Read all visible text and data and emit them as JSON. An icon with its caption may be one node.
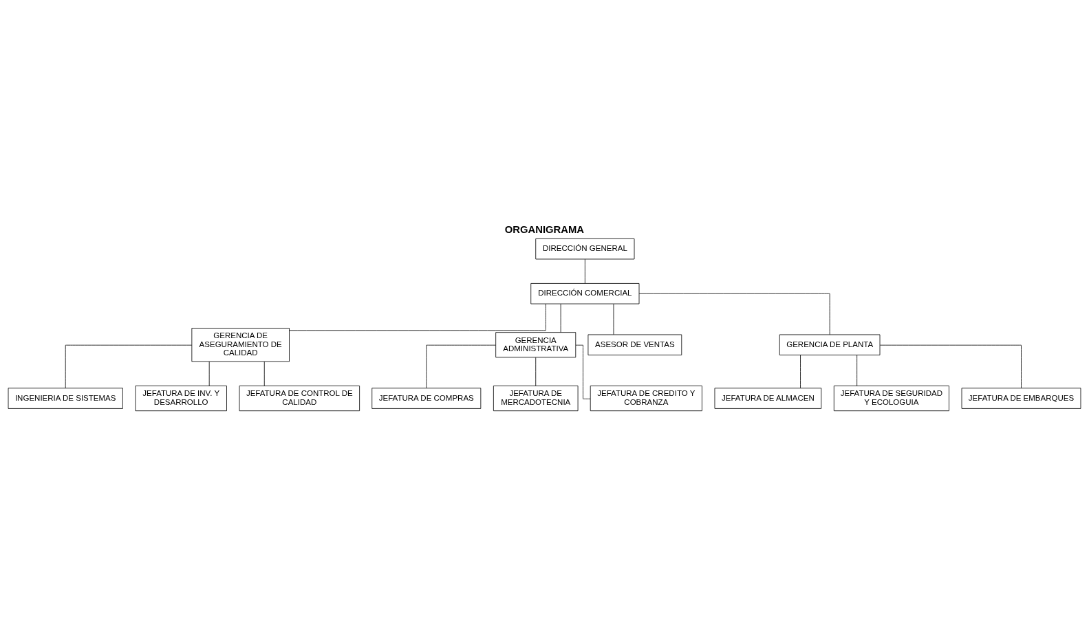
{
  "diagram": {
    "title": "ORGANIGRAMA",
    "nodes": [
      {
        "text": [
          "DIRECCIÓN GENERAL"
        ]
      },
      {
        "text": [
          "DIRECCIÓN COMERCIAL"
        ]
      },
      {
        "text": [
          "GERENCIA DE ASEGURAMIENTO DE CALIDAD"
        ]
      },
      {
        "text": [
          "GERENCIA ADMINISTRATIVA"
        ]
      },
      {
        "text": [
          "ASESOR DE VENTAS"
        ]
      },
      {
        "text": [
          "GERENCIA DE PLANTA"
        ]
      },
      {
        "text": [
          "INGENIERIA DE SISTEMAS"
        ]
      },
      {
        "text": [
          "JEFATURA DE INV. Y DESARROLLO"
        ]
      },
      {
        "text": [
          "JEFATURA DE CONTROL DE CALIDAD"
        ]
      },
      {
        "text": [
          "JEFATURA DE COMPRAS"
        ]
      },
      {
        "text": [
          "JEFATURA DE MERCADOTECNIA"
        ]
      },
      {
        "text": [
          "JEFATURA DE CREDITO Y COBRANZA"
        ]
      },
      {
        "text": [
          "JEFATURA DE ALMACEN"
        ]
      },
      {
        "text": [
          "JEFATURA DE SEGURIDAD Y ECOLOGUIA"
        ]
      },
      {
        "text": [
          "JEFATURA DE EMBARQUES"
        ]
      }
    ],
    "edges": [
      {
        "from": 0,
        "to": 1,
        "arrow": "none"
      },
      {
        "from": 1,
        "to": 2,
        "arrow": "none"
      },
      {
        "from": 1,
        "to": 3,
        "arrow": "none"
      },
      {
        "from": 1,
        "to": 4,
        "arrow": "none"
      },
      {
        "from": 1,
        "to": 5,
        "arrow": "none"
      },
      {
        "from": 2,
        "to": 6,
        "arrow": "none"
      },
      {
        "from": 2,
        "to": 7,
        "arrow": "none"
      },
      {
        "from": 2,
        "to": 8,
        "arrow": "none"
      },
      {
        "from": 3,
        "to": 9,
        "arrow": "none"
      },
      {
        "from": 3,
        "to": 10,
        "arrow": "none"
      },
      {
        "from": 3,
        "to": 11,
        "arrow": "none"
      },
      {
        "from": 5,
        "to": 12,
        "arrow": "none"
      },
      {
        "from": 5,
        "to": 13,
        "arrow": "none"
      },
      {
        "from": 5,
        "to": 14,
        "arrow": "none"
      }
    ]
  }
}
